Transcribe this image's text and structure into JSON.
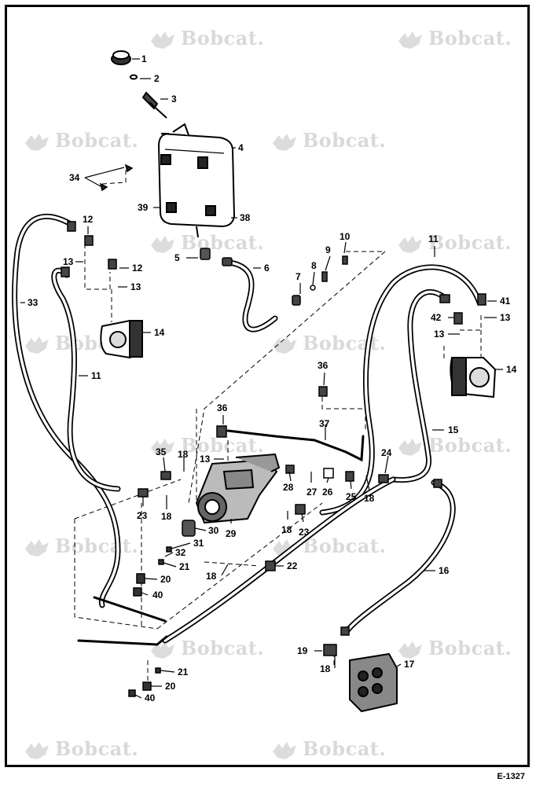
{
  "watermark": {
    "text": "Bobcat.",
    "icon": "bobcat-logo-icon"
  },
  "figure_id": "E-1327",
  "callouts": [
    {
      "id": "c1",
      "label": "1"
    },
    {
      "id": "c2",
      "label": "2"
    },
    {
      "id": "c3",
      "label": "3"
    },
    {
      "id": "c4",
      "label": "4"
    },
    {
      "id": "c34",
      "label": "34"
    },
    {
      "id": "c39",
      "label": "39"
    },
    {
      "id": "c38",
      "label": "38"
    },
    {
      "id": "c12a",
      "label": "12"
    },
    {
      "id": "c13a",
      "label": "13"
    },
    {
      "id": "c12b",
      "label": "12"
    },
    {
      "id": "c13b",
      "label": "13"
    },
    {
      "id": "c33",
      "label": "33"
    },
    {
      "id": "c14a",
      "label": "14"
    },
    {
      "id": "c11a",
      "label": "11"
    },
    {
      "id": "c5",
      "label": "5"
    },
    {
      "id": "c6",
      "label": "6"
    },
    {
      "id": "c7",
      "label": "7"
    },
    {
      "id": "c8",
      "label": "8"
    },
    {
      "id": "c9",
      "label": "9"
    },
    {
      "id": "c10",
      "label": "10"
    },
    {
      "id": "c11b",
      "label": "11"
    },
    {
      "id": "c41",
      "label": "41"
    },
    {
      "id": "c42",
      "label": "42"
    },
    {
      "id": "c13c",
      "label": "13"
    },
    {
      "id": "c13d",
      "label": "13"
    },
    {
      "id": "c14b",
      "label": "14"
    },
    {
      "id": "c36a",
      "label": "36"
    },
    {
      "id": "c36b",
      "label": "36"
    },
    {
      "id": "c37",
      "label": "37"
    },
    {
      "id": "c15",
      "label": "15"
    },
    {
      "id": "c35",
      "label": "35"
    },
    {
      "id": "c18a",
      "label": "18"
    },
    {
      "id": "c13e",
      "label": "13"
    },
    {
      "id": "c24",
      "label": "24"
    },
    {
      "id": "c28",
      "label": "28"
    },
    {
      "id": "c27",
      "label": "27"
    },
    {
      "id": "c26",
      "label": "26"
    },
    {
      "id": "c25",
      "label": "25"
    },
    {
      "id": "c18b",
      "label": "18"
    },
    {
      "id": "c23a",
      "label": "23"
    },
    {
      "id": "c18c",
      "label": "18"
    },
    {
      "id": "c29",
      "label": "29"
    },
    {
      "id": "c30",
      "label": "30"
    },
    {
      "id": "c18d",
      "label": "18"
    },
    {
      "id": "c23b",
      "label": "23"
    },
    {
      "id": "c31",
      "label": "31"
    },
    {
      "id": "c32",
      "label": "32"
    },
    {
      "id": "c21a",
      "label": "21"
    },
    {
      "id": "c20a",
      "label": "20"
    },
    {
      "id": "c40a",
      "label": "40"
    },
    {
      "id": "c18e",
      "label": "18"
    },
    {
      "id": "c22",
      "label": "22"
    },
    {
      "id": "c16",
      "label": "16"
    },
    {
      "id": "c19",
      "label": "19"
    },
    {
      "id": "c18f",
      "label": "18"
    },
    {
      "id": "c17",
      "label": "17"
    },
    {
      "id": "c21b",
      "label": "21"
    },
    {
      "id": "c20b",
      "label": "20"
    },
    {
      "id": "c40b",
      "label": "40"
    }
  ]
}
